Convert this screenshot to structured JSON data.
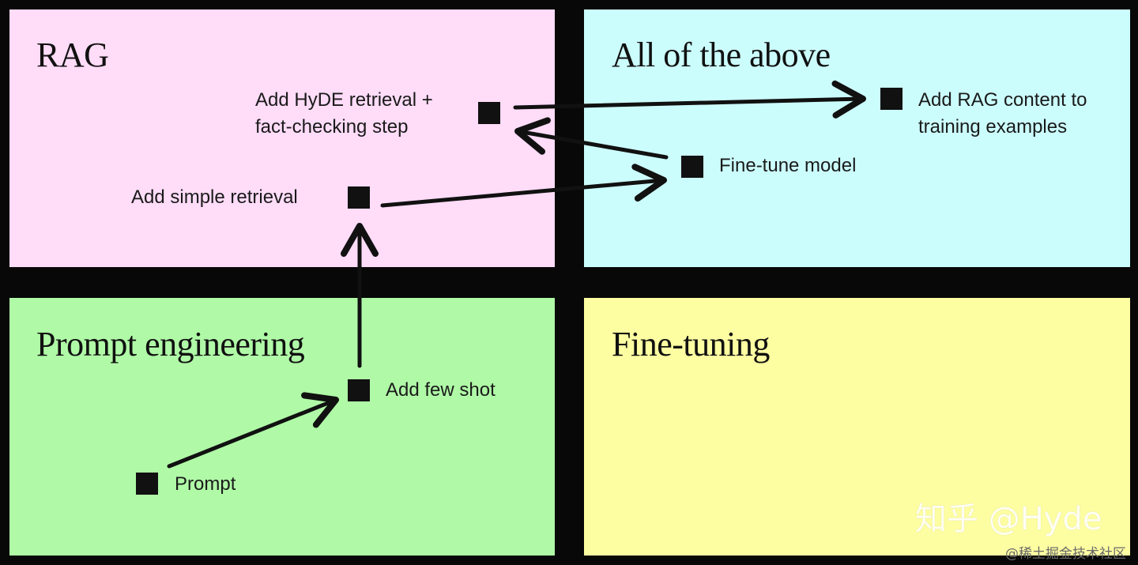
{
  "quadrants": {
    "rag": {
      "title": "RAG",
      "color": "#ffdcf8"
    },
    "all_above": {
      "title": "All of the above",
      "color": "#ccfdfd"
    },
    "prompt_engineering": {
      "title": "Prompt engineering",
      "color": "#b0faa7"
    },
    "fine_tuning": {
      "title": "Fine-tuning",
      "color": "#fdfda2"
    }
  },
  "nodes": {
    "prompt": {
      "label": "Prompt"
    },
    "few_shot": {
      "label": "Add few shot"
    },
    "simple_retrieval": {
      "label": "Add simple retrieval"
    },
    "hyde": {
      "label_lines": [
        "Add HyDE retrieval +",
        "fact-checking step"
      ]
    },
    "fine_tune_model": {
      "label": "Fine-tune model"
    },
    "rag_content": {
      "label_lines": [
        "Add RAG content to",
        "training examples"
      ]
    }
  },
  "watermark": {
    "main": "知乎 @Hyde",
    "small": "@稀土掘金技术社区"
  },
  "colors": {
    "background": "#080808",
    "node": "#111111",
    "arrow": "#111111"
  }
}
